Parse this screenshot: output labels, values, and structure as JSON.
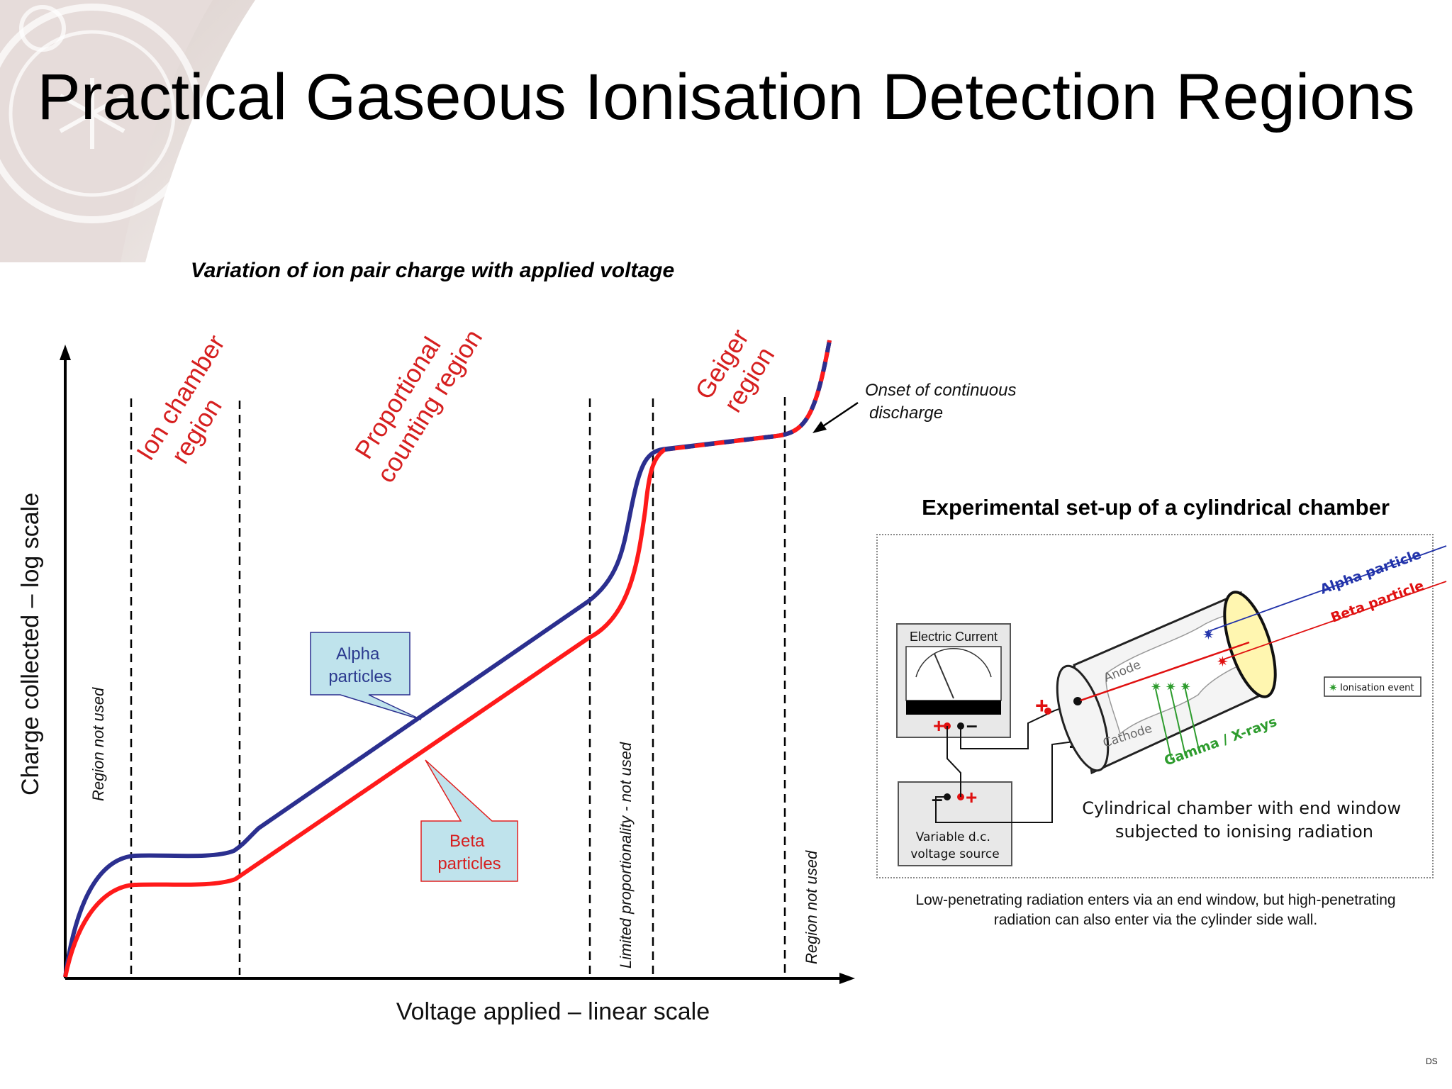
{
  "title": "Practical Gaseous Ionisation Detection Regions",
  "subtitle": "Variation of ion pair charge with applied voltage",
  "graph": {
    "y_axis_label": "Charge collected – log scale",
    "x_axis_label": "Voltage applied – linear scale",
    "regions": {
      "ion_chamber": [
        "Ion chamber",
        "region"
      ],
      "proportional": [
        "Proportional",
        "counting region"
      ],
      "geiger": [
        "Geiger",
        "region"
      ]
    },
    "notes": {
      "region_not_used_left": "Region not used",
      "limited_proportionality": "Limited proportionality - not used",
      "region_not_used_right": "Region not used"
    },
    "alpha_label": [
      "Alpha",
      "particles"
    ],
    "beta_label": [
      "Beta",
      "particles"
    ],
    "onset_label": [
      "Onset of continuous",
      "discharge"
    ],
    "colors": {
      "alpha": "#2b2f8f",
      "beta": "#ff1a1a",
      "region_text": "#d61f1f"
    }
  },
  "experiment": {
    "title": "Experimental set-up of a cylindrical chamber",
    "meter_label": "Electric Current",
    "source_label": [
      "Variable d.c.",
      "voltage source"
    ],
    "anode_label": "Anode",
    "cathode_label": "Cathode",
    "alpha_label": "Alpha particle",
    "beta_label": "Beta particle",
    "gamma_label": "Gamma / X-rays",
    "legend_label": "Ionisation event",
    "chamber_caption": [
      "Cylindrical chamber with end window",
      "subjected to ionising radiation"
    ],
    "caption": [
      "Low-penetrating radiation enters via an end window, but high-penetrating",
      "radiation can also enter via the cylinder side wall."
    ]
  },
  "footer_code": "DS"
}
